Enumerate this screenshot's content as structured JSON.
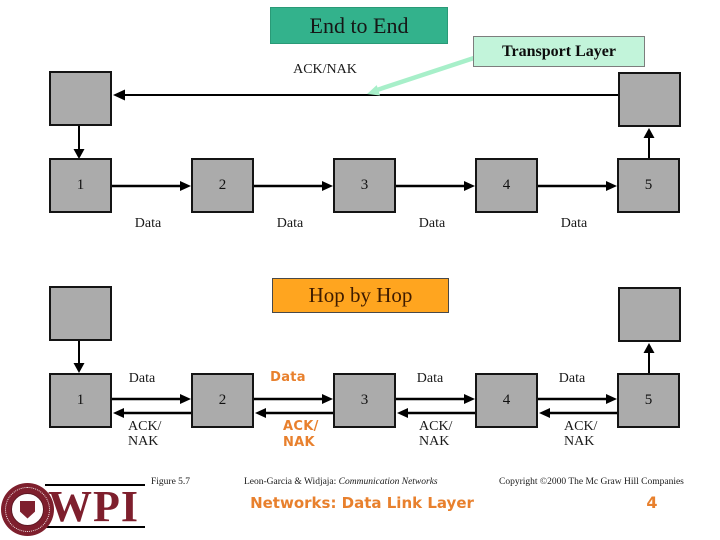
{
  "colors": {
    "teal": "#33b28c",
    "mint": "#c2f4da",
    "mint_arrow": "#a7efc9",
    "orange_fill": "#ffa51f",
    "orange_text": "#e8802d",
    "title_dark": "#3f1c00",
    "box_gray": "#ababab",
    "maroon": "#7e1f2d"
  },
  "end_to_end": {
    "title": "End to End",
    "transport_label": "Transport Layer",
    "ack_nak": "ACK/NAK",
    "nodes": [
      "1",
      "2",
      "3",
      "4",
      "5"
    ],
    "data_labels": [
      "Data",
      "Data",
      "Data",
      "Data"
    ]
  },
  "hop_by_hop": {
    "title": "Hop by Hop",
    "nodes": [
      "1",
      "2",
      "3",
      "4",
      "5"
    ],
    "links": [
      {
        "data": "Data",
        "ack": "ACK/",
        "nak": "NAK",
        "highlighted": false
      },
      {
        "data": "Data",
        "ack": "ACK/",
        "nak": "NAK",
        "highlighted": true
      },
      {
        "data": "Data",
        "ack": "ACK/",
        "nak": "NAK",
        "highlighted": false
      },
      {
        "data": "Data",
        "ack": "ACK/",
        "nak": "NAK",
        "highlighted": false
      }
    ]
  },
  "footer": {
    "logo_text": "WPI",
    "figure": "Figure 5.7",
    "credit_plain": "Leon-Garcia & Widjaja: ",
    "credit_italic": "Communication Networks",
    "copyright": "Copyright ©2000 The Mc Graw Hill Companies",
    "course": "Networks: Data Link Layer",
    "page_number": "4"
  }
}
